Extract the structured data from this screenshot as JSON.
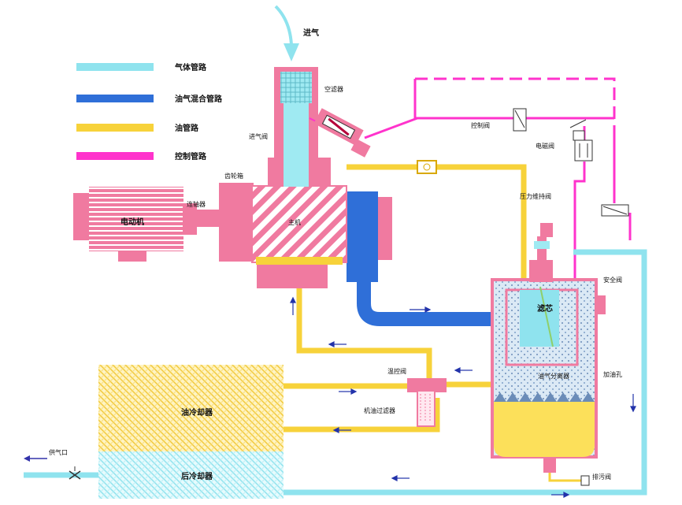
{
  "legend": {
    "items": [
      {
        "label": "气体管路",
        "color": "#8fe3ee"
      },
      {
        "label": "油气混合管路",
        "color": "#2f6fd8"
      },
      {
        "label": "油管路",
        "color": "#f7d23a"
      },
      {
        "label": "控制管路",
        "color": "#ff33cc"
      }
    ]
  },
  "labels": {
    "intake": "进气",
    "air_filter": "空滤器",
    "intake_valve": "进气阀",
    "gear_box": "齿轮箱",
    "coupling": "连轴器",
    "motor": "电动机",
    "main_unit": "主机",
    "control_valve": "控制阀",
    "solenoid_valve": "电磁阀",
    "min_pressure_valve": "压力维持阀",
    "safety_valve": "安全阀",
    "oil_separator_element": "滤芯",
    "oil_gas_separator": "油气分离器",
    "oil_fill": "加油孔",
    "temp_control_valve": "温控阀",
    "oil_filter": "机油过滤器",
    "oil_cooler": "油冷却器",
    "after_cooler": "后冷却器",
    "air_outlet": "供气口",
    "drain_valve": "排污阀"
  },
  "colors": {
    "gas": "#8fe3ee",
    "mix": "#2f6fd8",
    "oil": "#f7d23a",
    "control": "#ff33cc",
    "machine": "#f07aa0",
    "oil_fill": "#fce05a"
  }
}
